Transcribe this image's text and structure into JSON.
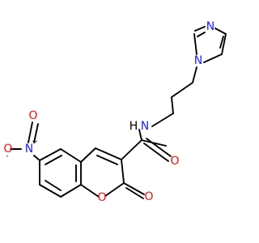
{
  "molecule": {
    "atoms": {
      "imidazole_n3": {
        "element": "N",
        "label": "N",
        "color": "#1f24f0"
      },
      "imidazole_n1": {
        "element": "N",
        "label": "N",
        "color": "#1f24f0"
      },
      "amide_n": {
        "element": "N",
        "label": "N",
        "color": "#1f24f0"
      },
      "amide_h": {
        "element": "H",
        "label": "H",
        "color": "#000000"
      },
      "amide_o": {
        "element": "O",
        "label": "O",
        "color": "#e8100c"
      },
      "nitro_n": {
        "element": "N",
        "label": "N",
        "charge": "+",
        "color": "#1f24f0"
      },
      "nitro_o_minus": {
        "element": "O",
        "label": "O",
        "charge": "-",
        "color": "#e8100c"
      },
      "nitro_o": {
        "element": "O",
        "label": "O",
        "color": "#e8100c"
      },
      "ring_o": {
        "element": "O",
        "label": "O",
        "color": "#e8100c"
      },
      "lactone_o": {
        "element": "O",
        "label": "O",
        "color": "#e8100c"
      }
    }
  }
}
